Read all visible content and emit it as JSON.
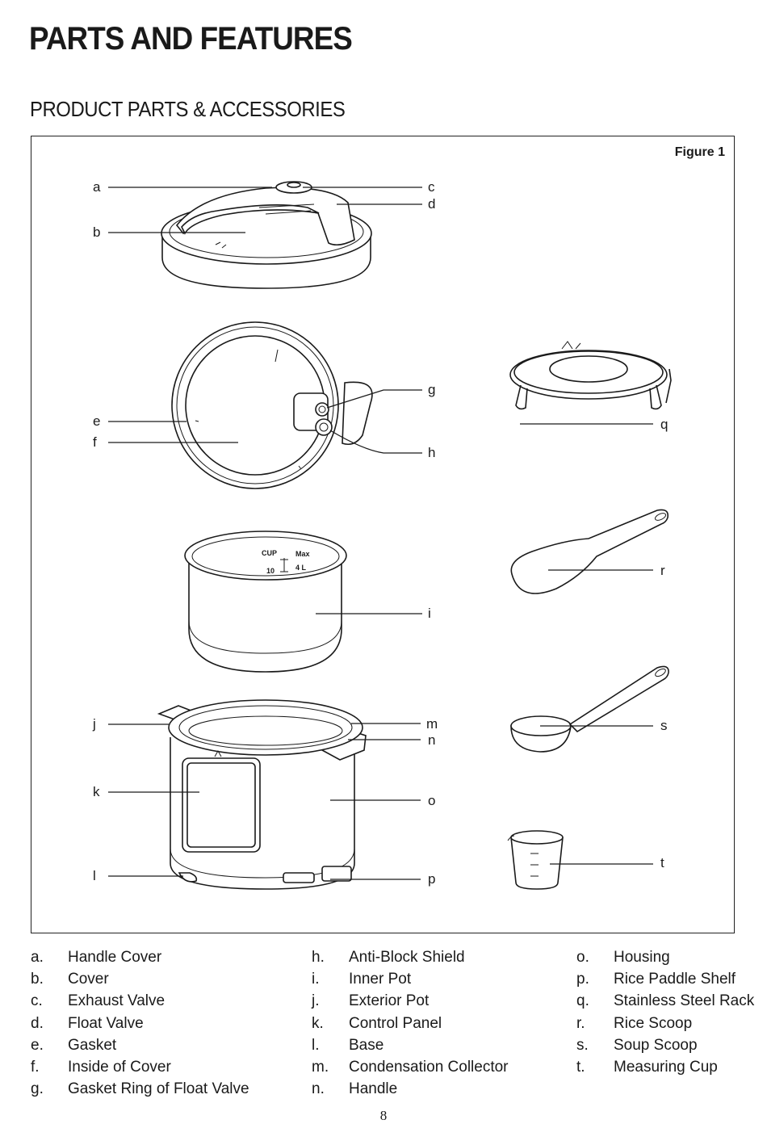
{
  "page": {
    "title": "PARTS AND FEATURES",
    "subtitle": "PRODUCT PARTS & ACCESSORIES",
    "page_number": "8"
  },
  "figure": {
    "label": "Figure 1",
    "callouts": {
      "a": "a",
      "b": "b",
      "c": "c",
      "d": "d",
      "e": "e",
      "f": "f",
      "g": "g",
      "h": "h",
      "i": "i",
      "j": "j",
      "k": "k",
      "l": "l",
      "m": "m",
      "n": "n",
      "o": "o",
      "p": "p",
      "q": "q",
      "r": "r",
      "s": "s",
      "t": "t"
    },
    "inner_pot_markings": {
      "cup": "CUP",
      "max": "Max",
      "ten": "10",
      "four_l": "4 L"
    }
  },
  "parts": [
    {
      "letter": "a.",
      "name": "Handle Cover"
    },
    {
      "letter": "b.",
      "name": "Cover"
    },
    {
      "letter": "c.",
      "name": "Exhaust Valve"
    },
    {
      "letter": "d.",
      "name": "Float Valve"
    },
    {
      "letter": "e.",
      "name": "Gasket"
    },
    {
      "letter": "f.",
      "name": "Inside of Cover"
    },
    {
      "letter": "g.",
      "name": "Gasket Ring of Float Valve"
    },
    {
      "letter": "h.",
      "name": "Anti-Block Shield"
    },
    {
      "letter": "i.",
      "name": "Inner Pot"
    },
    {
      "letter": "j.",
      "name": "Exterior Pot"
    },
    {
      "letter": "k.",
      "name": "Control Panel"
    },
    {
      "letter": "l.",
      "name": "Base"
    },
    {
      "letter": "m.",
      "name": "Condensation Collector"
    },
    {
      "letter": "n.",
      "name": "Handle"
    },
    {
      "letter": "o.",
      "name": "Housing"
    },
    {
      "letter": "p.",
      "name": "Rice Paddle Shelf"
    },
    {
      "letter": "q.",
      "name": "Stainless Steel Rack"
    },
    {
      "letter": "r.",
      "name": "Rice Scoop"
    },
    {
      "letter": "s.",
      "name": "Soup Scoop"
    },
    {
      "letter": "t.",
      "name": "Measuring Cup"
    }
  ]
}
